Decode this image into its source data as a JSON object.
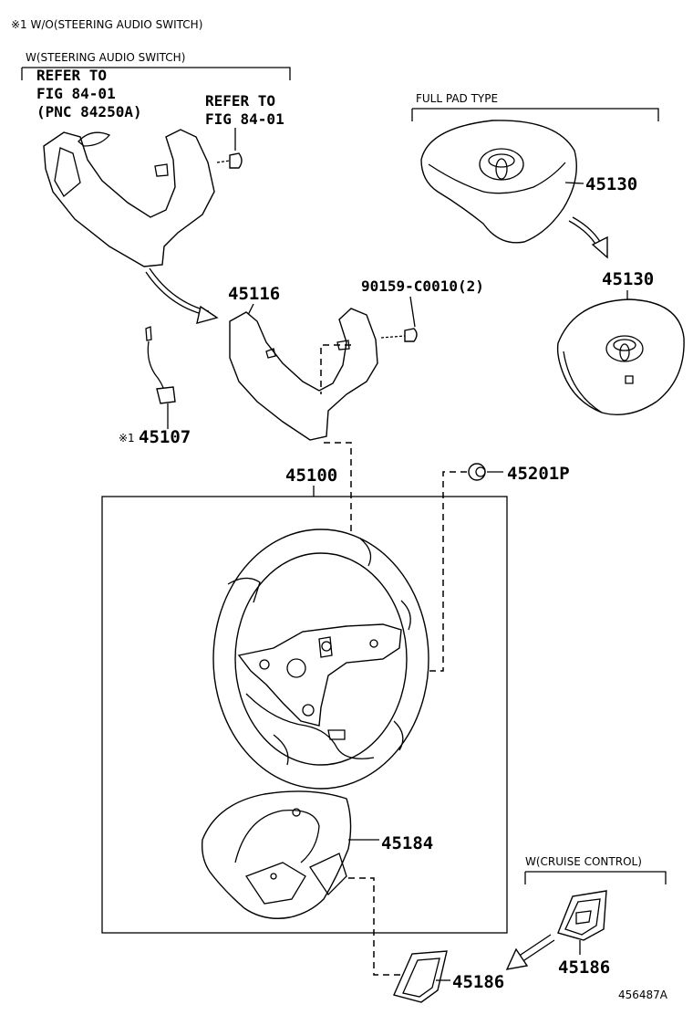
{
  "notes": {
    "footnote": "※1 W/O(STEERING AUDIO SWITCH)",
    "steering_audio_header": "W(STEERING AUDIO SWITCH)",
    "full_pad_header": "FULL PAD TYPE",
    "cruise_header": "W(CRUISE CONTROL)",
    "diagram_id": "456487A"
  },
  "refs": {
    "refer1_line1": "REFER TO",
    "refer1_line2": "FIG 84-01",
    "refer1_line3": "(PNC 84250A)",
    "refer2_line1": "REFER TO",
    "refer2_line2": "FIG 84-01"
  },
  "parts": {
    "p45130_a": "45130",
    "p45130_b": "45130",
    "p45116": "45116",
    "p90159": "90159-C0010(2)",
    "p45107_mark": "※1",
    "p45107": "45107",
    "p45100": "45100",
    "p45201P": "45201P",
    "p45184": "45184",
    "p45186_a": "45186",
    "p45186_b": "45186"
  },
  "icons": [
    "toyota-logo-icon",
    "arrow-icon",
    "bolt-icon",
    "clip-icon"
  ]
}
